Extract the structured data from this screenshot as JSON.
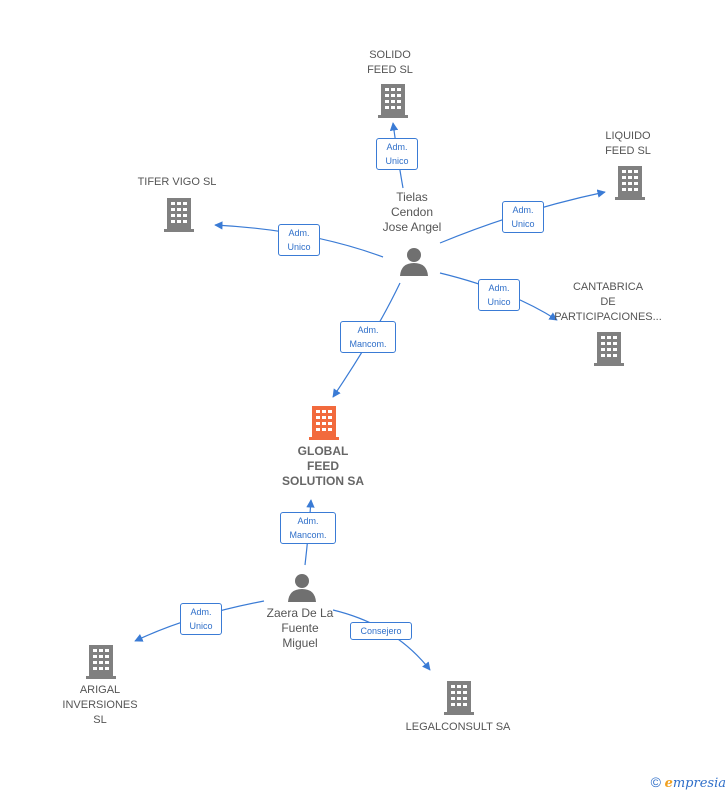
{
  "colors": {
    "edge": "#3a7bd5",
    "building": "#808080",
    "building_main": "#f26a3d",
    "person": "#707070"
  },
  "nodes": {
    "solido": "SOLIDO\nFEED  SL",
    "liquido": "LIQUIDO\nFEED  SL",
    "tifer": "TIFER VIGO  SL",
    "cantabrica": "CANTABRICA\nDE\nPARTICIPACIONES...",
    "global": "GLOBAL\nFEED\nSOLUTION SA",
    "tielas": "Tielas\nCendon\nJose Angel",
    "zaera": "Zaera De La\nFuente\nMiguel",
    "arigal": "ARIGAL\nINVERSIONES\nSL",
    "legalconsult": "LEGALCONSULT SA"
  },
  "edges": {
    "tielas_solido": "Adm.\nUnico",
    "tielas_liquido": "Adm.\nUnico",
    "tielas_tifer": "Adm.\nUnico",
    "tielas_cantabrica": "Adm.\nUnico",
    "tielas_global": "Adm.\nMancom.",
    "zaera_global": "Adm.\nMancom.",
    "zaera_arigal": "Adm.\nUnico",
    "zaera_legalconsult": "Consejero"
  },
  "footer": {
    "copyright": "©",
    "brand_e": "e",
    "brand_rest": "mpresia"
  }
}
